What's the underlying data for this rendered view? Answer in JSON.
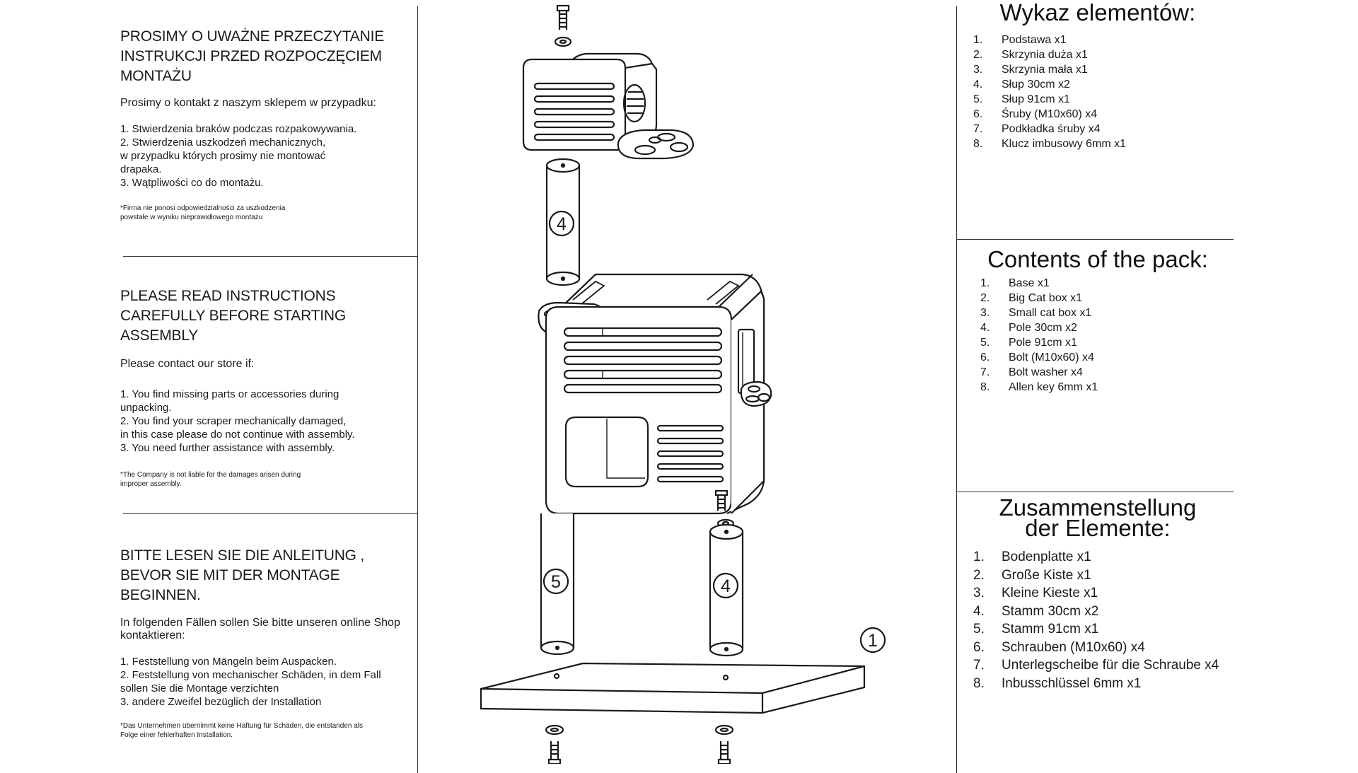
{
  "polish": {
    "heading": "PROSIMY O UWAŻNE PRZECZYTANIE INSTRUKCJI PRZED ROZPOCZĘCIEM MONTAŻU",
    "intro": "Prosimy o kontakt z naszym sklepem w przypadku:",
    "items": [
      "1. Stwierdzenia braków podczas rozpakowywania.",
      "2. Stwierdzenia uszkodzeń mechanicznych,\n    w przypadku których prosimy nie montować\n    drapaka.",
      "3. Wątpliwości co do montażu."
    ],
    "note": "*Firma nie ponosi odpowiedzialności za uszkodzenia\npowstałe w wyniku nieprawidłowego montażu"
  },
  "english": {
    "heading": "PLEASE READ INSTRUCTIONS CAREFULLY BEFORE STARTING ASSEMBLY",
    "intro": "Please contact our store if:",
    "items": [
      "1. You find missing parts or accessories during\n    unpacking.",
      "2. You find your scraper mechanically damaged,\n    in this case please do not continue with assembly.",
      "3. You need further assistance with assembly."
    ],
    "note": "*The Company is not liable for the damages arisen during\nimproper assembly."
  },
  "german": {
    "heading": "BITTE LESEN SIE DIE ANLEITUNG , BEVOR SIE MIT DER MONTAGE BEGINNEN.",
    "intro": "In folgenden Fällen sollen Sie bitte unseren online Shop kontaktieren:",
    "items": [
      "1. Feststellung von Mängeln beim Auspacken.",
      "2. Feststellung von mechanischer Schäden, in dem Fall\n    sollen Sie die Montage verzichten",
      "3. andere Zweifel bezüglich der Installation"
    ],
    "note": "*Das Unternehmen übernimmt keine Haftung für Schäden, die entstanden als\nFolge einer  fehlerhaften Installation."
  },
  "parts_pl": {
    "title": "Wykaz elementów:",
    "items": [
      {
        "num": "1.",
        "text": "Podstawa x1"
      },
      {
        "num": "2.",
        "text": "Skrzynia duża x1"
      },
      {
        "num": "3.",
        "text": "Skrzynia mała x1"
      },
      {
        "num": "4.",
        "text": "Słup 30cm x2"
      },
      {
        "num": "5.",
        "text": "Słup 91cm x1"
      },
      {
        "num": "6.",
        "text": "Śruby (M10x60) x4"
      },
      {
        "num": "7.",
        "text": "Podkładka śruby x4"
      },
      {
        "num": "8.",
        "text": "Klucz imbusowy 6mm x1"
      }
    ]
  },
  "parts_en": {
    "title": "Contents of the pack:",
    "items": [
      {
        "num": "1.",
        "text": "Base x1"
      },
      {
        "num": "2.",
        "text": "Big Cat box x1"
      },
      {
        "num": "3.",
        "text": "Small cat box x1"
      },
      {
        "num": "4.",
        "text": "Pole 30cm x2"
      },
      {
        "num": "5.",
        "text": "Pole 91cm x1"
      },
      {
        "num": "6.",
        "text": "Bolt (M10x60) x4"
      },
      {
        "num": "7.",
        "text": "Bolt washer x4"
      },
      {
        "num": "8.",
        "text": "Allen key 6mm x1"
      }
    ]
  },
  "parts_de": {
    "title_line1": "Zusammenstellung",
    "title_line2": "der Elemente:",
    "items": [
      {
        "num": "1.",
        "text": "Bodenplatte x1"
      },
      {
        "num": "2.",
        "text": "Große Kiste x1"
      },
      {
        "num": "3.",
        "text": "Kleine Kieste x1"
      },
      {
        "num": "4.",
        "text": "Stamm 30cm x2"
      },
      {
        "num": "5.",
        "text": "Stamm 91cm x1"
      },
      {
        "num": "6.",
        "text": "Schrauben (M10x60) x4"
      },
      {
        "num": "7.",
        "text": "Unterlegscheibe für die Schraube x4"
      },
      {
        "num": "8.",
        "text": "Inbusschlüssel 6mm x1"
      }
    ]
  },
  "diagram": {
    "labels": [
      "4",
      "5",
      "4",
      "1"
    ]
  }
}
